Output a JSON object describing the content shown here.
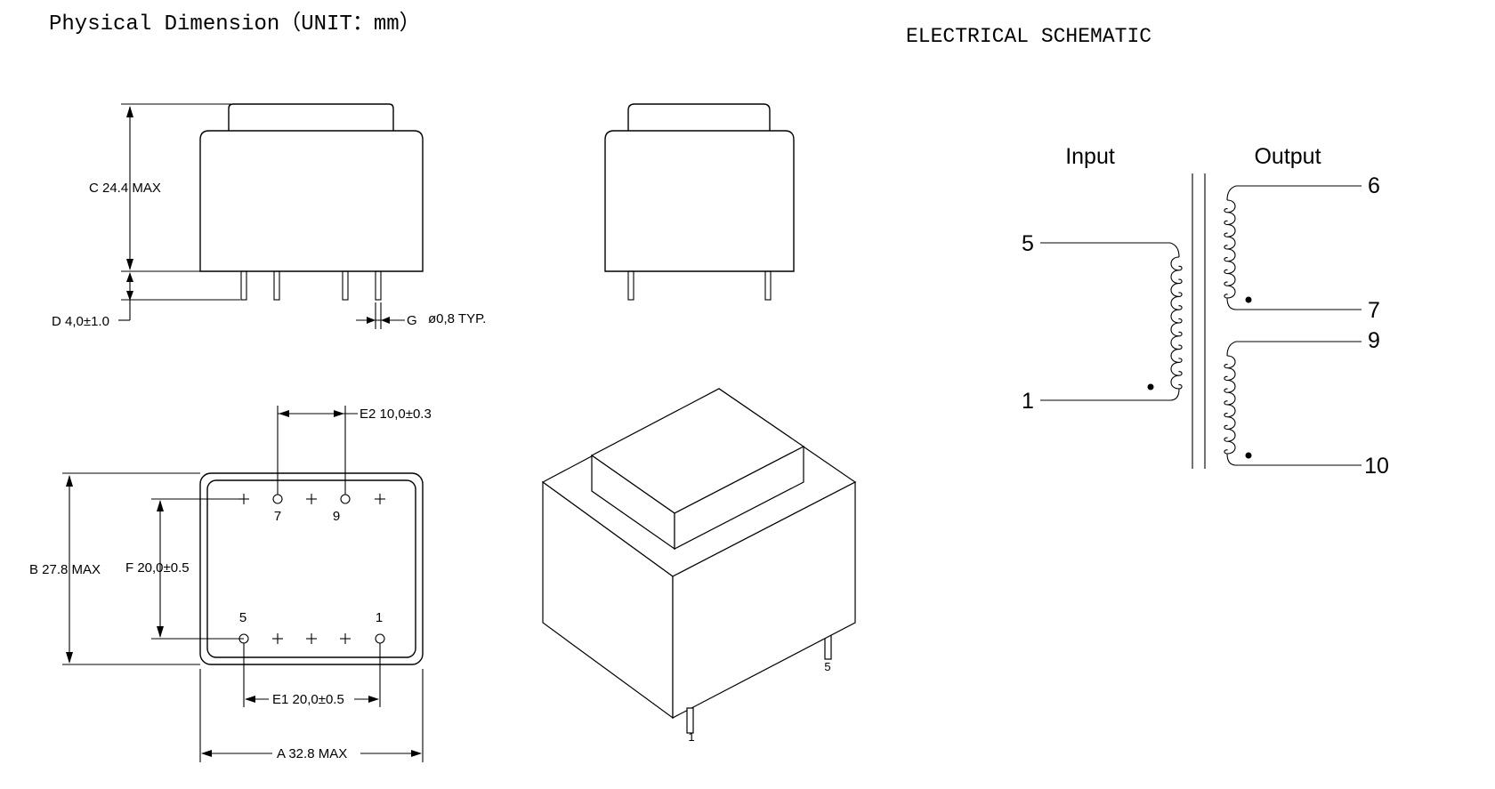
{
  "titles": {
    "physical_dimension": "Physical Dimension（UNIT：mm）",
    "electrical_schematic": "ELECTRICAL SCHEMATIC"
  },
  "dimensions": {
    "c": "C 24.4 MAX",
    "d": "D 4,0±1.0",
    "g": "G",
    "g_value": "ø0,8 TYP.",
    "e2": "E2 10,0±0.3",
    "b": "B 27.8 MAX",
    "f": "F 20,0±0.5",
    "e1": "E1 20,0±0.5",
    "a": "A 32.8 MAX"
  },
  "bottom_view_pins": {
    "p7": "7",
    "p9": "9",
    "p5": "5",
    "p1": "1"
  },
  "iso_pins": {
    "p5": "5",
    "p1": "1"
  },
  "schematic": {
    "input_label": "Input",
    "output_label": "Output",
    "pin5": "5",
    "pin1": "1",
    "pin6": "6",
    "pin7": "7",
    "pin9": "9",
    "pin10": "10"
  }
}
